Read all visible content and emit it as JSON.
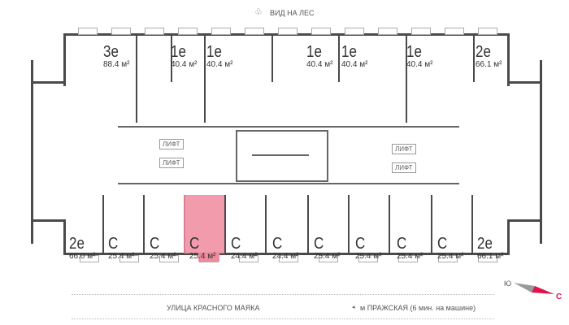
{
  "view_label": "ВИД НА ЛЕС",
  "street_label": "УЛИЦА КРАСНОГО МАЯКА",
  "metro_label": "м ПРАЖСКАЯ (6 мин. на машине)",
  "compass": {
    "south": "Ю",
    "north": "С",
    "accent": "#e0144c"
  },
  "highlight_color": "#f08a9e",
  "lifts": [
    "ЛИФТ",
    "ЛИФТ",
    "ЛИФТ",
    "ЛИФТ"
  ],
  "top_units": [
    {
      "type": "3е",
      "area": "88.4 м²"
    },
    {
      "type": "1е",
      "area": "40.4 м²"
    },
    {
      "type": "1е",
      "area": "40.4 м²"
    },
    {
      "type": "1е",
      "area": "40.4 м²"
    },
    {
      "type": "1е",
      "area": "40.4 м²"
    },
    {
      "type": "1е",
      "area": "40.4 м²"
    },
    {
      "type": "2е",
      "area": "66.1 м²"
    }
  ],
  "bottom_units": [
    {
      "type": "2е",
      "area": "66.0 м²"
    },
    {
      "type": "С",
      "area": "25.4 м²"
    },
    {
      "type": "С",
      "area": "25.4 м²"
    },
    {
      "type": "С",
      "area": "25.4 м²",
      "selected": true
    },
    {
      "type": "С",
      "area": "24.4 м²"
    },
    {
      "type": "С",
      "area": "24.4 м²"
    },
    {
      "type": "С",
      "area": "25.4 м²"
    },
    {
      "type": "С",
      "area": "25.4 м²"
    },
    {
      "type": "С",
      "area": "25.4 м²"
    },
    {
      "type": "С",
      "area": "25.4 м²"
    },
    {
      "type": "2е",
      "area": "66.1 м²"
    }
  ]
}
